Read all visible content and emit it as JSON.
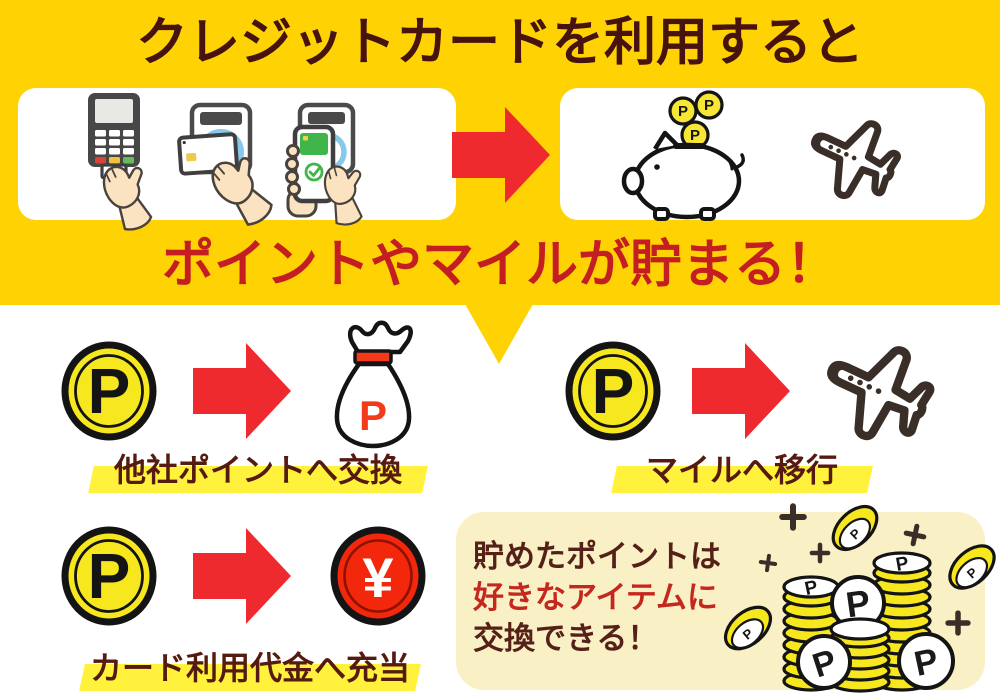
{
  "header": {
    "title": "クレジットカードを利用すると",
    "subtitle": "ポイントやマイルが貯まる！"
  },
  "flow": {
    "payment_icons": [
      "pos-terminal",
      "contactless-card-tap",
      "smartphone-payment"
    ],
    "reward_icons": [
      "piggy-bank-with-point-coins",
      "airplane"
    ]
  },
  "conversions": [
    {
      "label": "他社ポイントへ交換",
      "from_icon": "point-coin",
      "to_icon": "point-bag"
    },
    {
      "label": "マイルへ移行",
      "from_icon": "point-coin",
      "to_icon": "airplane"
    },
    {
      "label": "カード利用代金へ充当",
      "from_icon": "point-coin",
      "to_icon": "yen-coin"
    }
  ],
  "promo": {
    "line1": "貯めたポイントは",
    "line2": "好きなアイテムに",
    "line3": "交換できる！"
  },
  "coin": {
    "letter": "P"
  },
  "yen": {
    "letter": "¥"
  },
  "colors": {
    "band_yellow": "#FFD203",
    "title_maroon": "#47130F",
    "subtitle_red": "#C41E23",
    "arrow_red": "#EF2A2F",
    "coin_yellow": "#F7E71F",
    "yen_coin_red": "#F2270B",
    "bag_accent_red": "#F5391B",
    "highlight_yellow": "#FFF13C",
    "promo_bg": "#FAF0C6",
    "promo_red": "#C3271D",
    "promo_maroon": "#552018",
    "outline_black": "#141414",
    "plane_brown": "#3A2E28"
  }
}
